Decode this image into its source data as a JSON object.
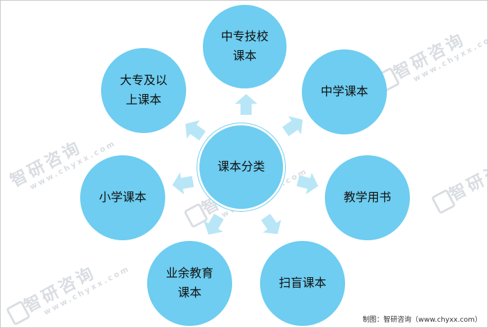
{
  "diagram": {
    "center": {
      "label": "课本分类"
    },
    "nodes": [
      {
        "id": "vocational",
        "label": "中专技校\n课本"
      },
      {
        "id": "middle",
        "label": "中学课本"
      },
      {
        "id": "teaching",
        "label": "教学用书"
      },
      {
        "id": "blind",
        "label": "扫盲课本"
      },
      {
        "id": "spare",
        "label": "业余教育\n课本"
      },
      {
        "id": "primary",
        "label": "小学课本"
      },
      {
        "id": "college",
        "label": "大专及以\n上课本"
      }
    ],
    "colors": {
      "node_fill": "#6ecdf0",
      "arrow_fill": "#b8e6f6",
      "text": "#111111"
    }
  },
  "watermark": {
    "text": "智研咨询",
    "url": "www.chyxx.com"
  },
  "credit": "制图：智研咨询（www.chyxx.com）"
}
